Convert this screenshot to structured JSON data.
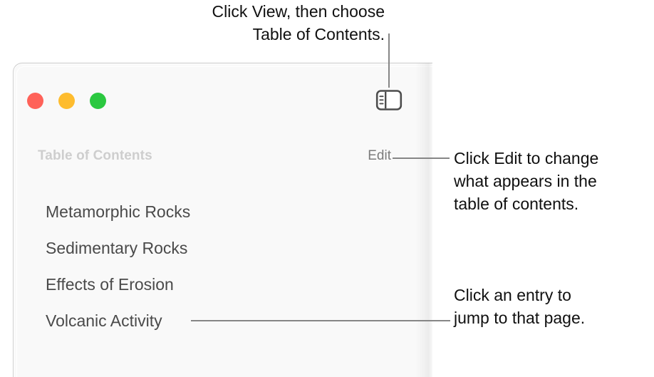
{
  "window": {
    "traffic_lights": [
      {
        "name": "close",
        "color": "#ff6259"
      },
      {
        "name": "minimize",
        "color": "#febc2e"
      },
      {
        "name": "zoom",
        "color": "#2bc840"
      }
    ],
    "toolbar": {
      "sidebar_toggle_icon": "sidebar-toggle-icon"
    },
    "sidebar": {
      "title": "Table of Contents",
      "edit_label": "Edit",
      "entries": [
        "Metamorphic Rocks",
        "Sedimentary Rocks",
        "Effects of Erosion",
        "Volcanic Activity"
      ]
    },
    "background_color": "#f9f9f9"
  },
  "callouts": [
    {
      "id": "view-menu",
      "text": "Click View, then choose\nTable of Contents.",
      "align": "right"
    },
    {
      "id": "edit-button",
      "text": "Click Edit to change\nwhat appears in the\ntable of contents.",
      "align": "left"
    },
    {
      "id": "toc-entry",
      "text": "Click an entry to\njump to that page.",
      "align": "left"
    }
  ],
  "colors": {
    "page_background": "#ffffff",
    "leader_line": "#868686",
    "title_gray": "#cecece",
    "entry_gray": "#4a4a4a",
    "edit_gray": "#7b7b7b"
  }
}
